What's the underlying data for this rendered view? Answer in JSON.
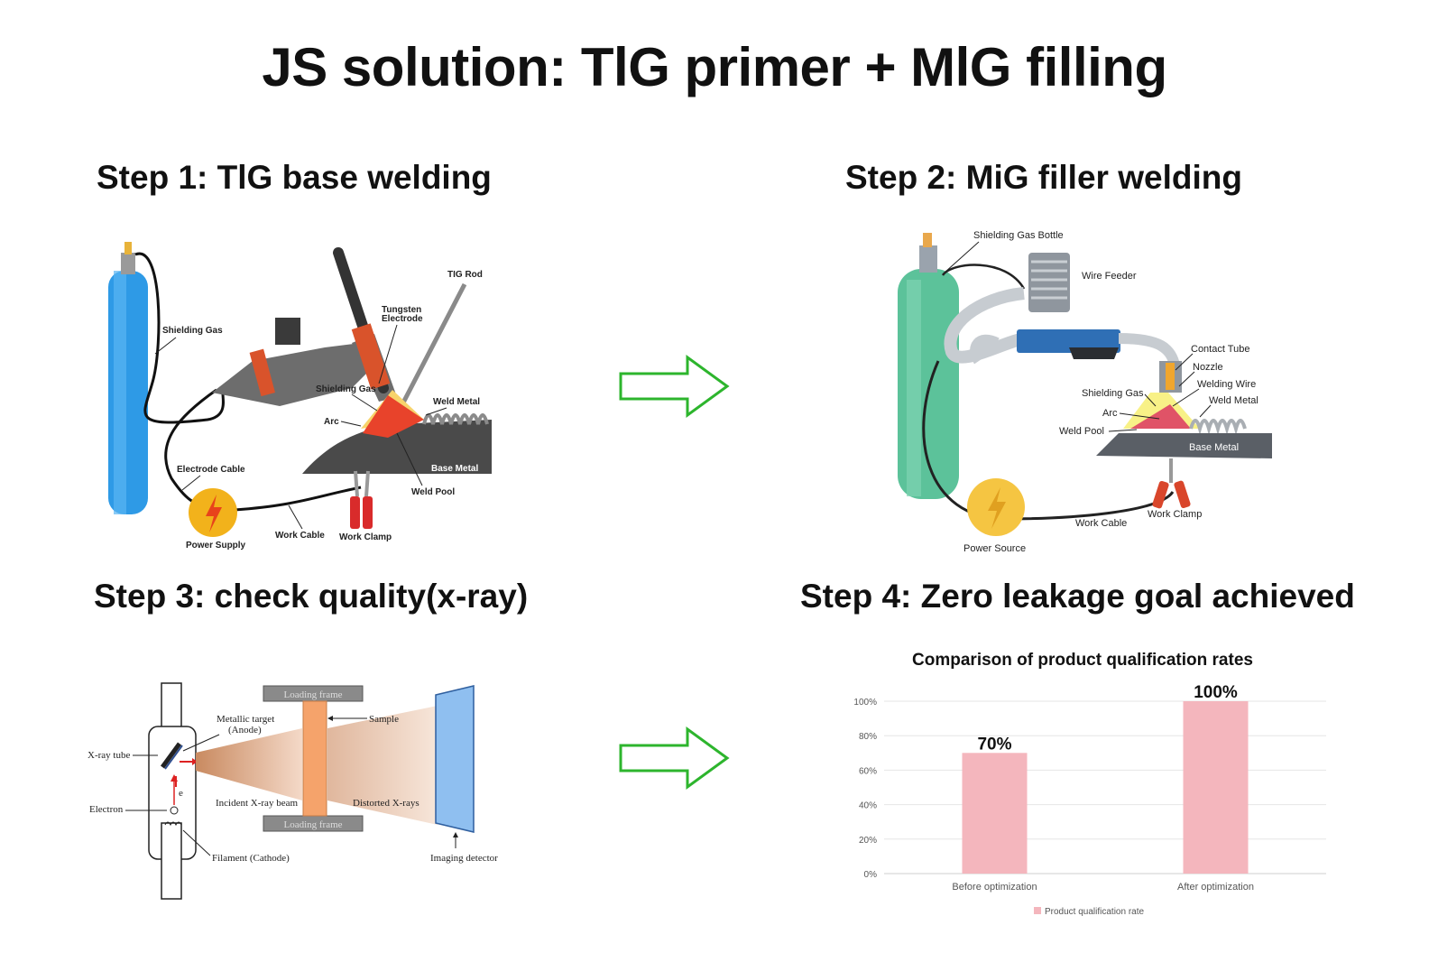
{
  "title": "JS solution: TlG primer + MlG filling",
  "steps": [
    {
      "title": "Step 1: TlG base welding"
    },
    {
      "title": "Step 2: MiG filler welding"
    },
    {
      "title": "Step 3: check quality(x-ray)"
    },
    {
      "title": "Step 4: Zero leakage goal achieved"
    }
  ],
  "tig": {
    "labels": {
      "shielding_gas": "Shielding Gas",
      "tig_rod": "TIG Rod",
      "tungsten_electrode_l1": "Tungsten",
      "tungsten_electrode_l2": "Electrode",
      "shielding_gas_2": "Shielding Gas",
      "arc": "Arc",
      "weld_metal": "Weld Metal",
      "base_metal": "Base Metal",
      "weld_pool": "Weld Pool",
      "electrode_cable": "Electrode Cable",
      "power_supply": "Power Supply",
      "work_cable": "Work Cable",
      "work_clamp": "Work Clamp"
    },
    "colors": {
      "cylinder": "#2e9ae6",
      "torch": "#6d6d6d",
      "collar": "#d9532b",
      "pool": "#e8432b",
      "base": "#4a4a4a",
      "power": "#f2b21b"
    }
  },
  "mig": {
    "labels": {
      "shielding_gas_bottle": "Shielding Gas Bottle",
      "wire_feeder": "Wire Feeder",
      "contact_tube": "Contact Tube",
      "nozzle": "Nozzle",
      "welding_wire": "Welding Wire",
      "weld_metal": "Weld Metal",
      "shielding_gas": "Shielding Gas",
      "arc": "Arc",
      "weld_pool": "Weld Pool",
      "base_metal": "Base Metal",
      "work_clamp": "Work Clamp",
      "work_cable": "Work Cable",
      "power_source": "Power Source"
    },
    "colors": {
      "cylinder": "#5cc29a",
      "gun": "#2f6fb5",
      "base": "#5a5f66",
      "power": "#f5c542"
    }
  },
  "xray": {
    "labels": {
      "loading_frame_top": "Loading frame",
      "loading_frame_bottom": "Loading frame",
      "metallic_target_l1": "Metallic target",
      "metallic_target_l2": "(Anode)",
      "sample": "Sample",
      "xray_tube": "X-ray tube",
      "electron_symbol": "e",
      "incident_beam": "Incident X-ray beam",
      "distorted_xrays": "Distorted X-rays",
      "electron": "Electron",
      "filament": "Filament (Cathode)",
      "imaging_detector": "Imaging detector"
    },
    "colors": {
      "sample": "#f5a36b",
      "detector": "#8fbff0",
      "frame": "#888888"
    }
  },
  "chart_data": {
    "type": "bar",
    "title": "Comparison of product qualification rates",
    "categories": [
      "Before optimization",
      "After optimization"
    ],
    "series": [
      {
        "name": "Product qualification rate",
        "values": [
          70,
          100
        ],
        "color": "#f4b6bd"
      }
    ],
    "data_labels": [
      "70%",
      "100%"
    ],
    "yticks": [
      "0%",
      "20%",
      "40%",
      "60%",
      "80%",
      "100%"
    ],
    "ylim": [
      0,
      100
    ],
    "grid": true,
    "legend": "bottom"
  }
}
